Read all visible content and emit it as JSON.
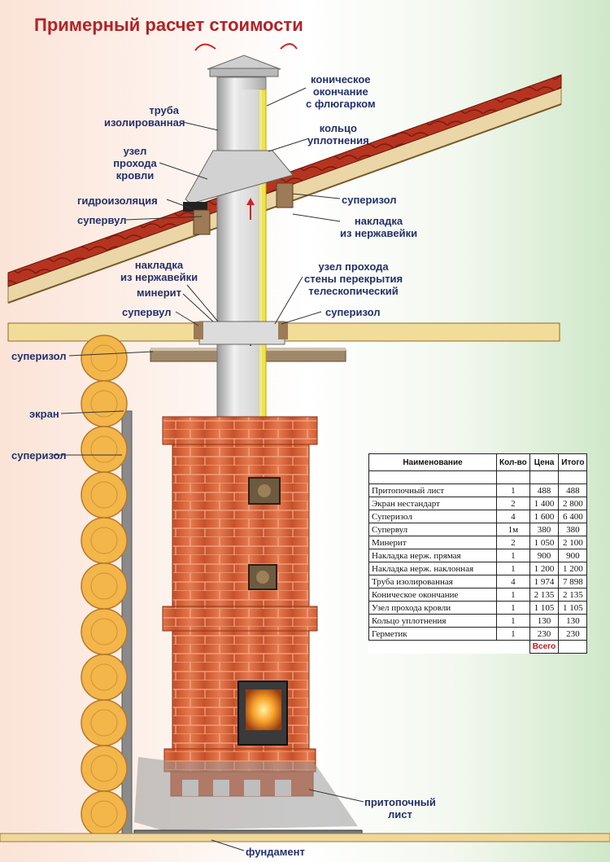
{
  "title": "Примерный расчет стоимости",
  "labels": {
    "conical_top": [
      "коническое",
      "окончание",
      "с флюгарком"
    ],
    "pipe_insulated": [
      "труба",
      "изолированная"
    ],
    "seal_ring": [
      "кольцо",
      "уплотнения"
    ],
    "roof_pass": [
      "узел",
      "прохода",
      "кровли"
    ],
    "waterproofing": "гидроизоляция",
    "superizol_roof": "суперизол",
    "supervul_roof": "супервул",
    "stainless_plate_roof": [
      "накладка",
      "из нержавейки"
    ],
    "stainless_plate_ceiling": [
      "накладка",
      "из нержавейки"
    ],
    "wall_pass": [
      "узел прохода",
      "стены перекрытия",
      "телескопический"
    ],
    "minerit": "минерит",
    "supervul_ceiling": "супервул",
    "superizol_ceiling": "суперизол",
    "superizol_wall_top": "суперизол",
    "screen": "экран",
    "superizol_wall": "суперизол",
    "pre_furnace_sheet": [
      "притопочный",
      "лист"
    ],
    "foundation": "фундамент"
  },
  "table": {
    "headers": [
      "Наименование",
      "Кол-во",
      "Цена",
      "Итого"
    ],
    "rows": [
      [
        "",
        "",
        "",
        ""
      ],
      [
        "Притопочный лист",
        "1",
        "488",
        "488"
      ],
      [
        "Экран нестандарт",
        "2",
        "1 400",
        "2 800"
      ],
      [
        "Суперизол",
        "4",
        "1 600",
        "6 400"
      ],
      [
        "Супервул",
        "1м",
        "380",
        "380"
      ],
      [
        "Минерит",
        "2",
        "1 050",
        "2 100"
      ],
      [
        "Накладка нерж. прямая",
        "1",
        "900",
        "900"
      ],
      [
        "Накладка нерж. наклонная",
        "1",
        "1 200",
        "1 200"
      ],
      [
        "Труба изолированная",
        "4",
        "1 974",
        "7 898"
      ],
      [
        "Коническое окончание",
        "1",
        "2 135",
        "2 135"
      ],
      [
        "Узел прохода кровли",
        "1",
        "1 105",
        "1 105"
      ],
      [
        "Кольцо уплотнения",
        "1",
        "130",
        "130"
      ],
      [
        "Герметик",
        "1",
        "230",
        "230"
      ]
    ],
    "total_label": "Всего",
    "total_value": ""
  },
  "colors": {
    "title": "#b32226",
    "label": "#23306a",
    "brick": "#d9673f",
    "roof_tile": "#a4291d",
    "log": "#f0b54a",
    "board": "#f3dc9e",
    "pipe": "#d8d8d8",
    "insulation": "#f5e84a"
  }
}
